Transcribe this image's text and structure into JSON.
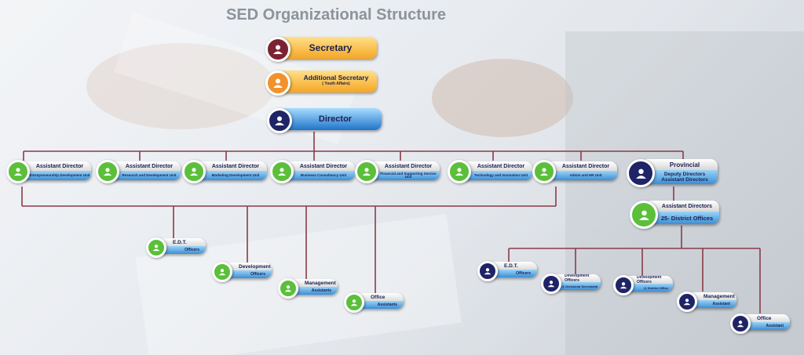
{
  "title": "SED Organizational Structure",
  "secretary": "Secretary",
  "additional_secretary": {
    "label": "Additional Secretary",
    "sub": "( Youth Affairs)"
  },
  "director": "Director",
  "assistant_directors": [
    {
      "title": "Assistant Director",
      "unit": "Entrepreneurship Development Unit"
    },
    {
      "title": "Assistant Director",
      "unit": "Research and Development Unit"
    },
    {
      "title": "Assistant Director",
      "unit": "Marketing Development Unit"
    },
    {
      "title": "Assistant Director",
      "unit": "Business Consultancy Unit"
    },
    {
      "title": "Assistant Director",
      "unit": "Financial and Supporting Service Unit"
    },
    {
      "title": "Assistant Director",
      "unit": "Technology and Innovation Unit"
    },
    {
      "title": "Assistant Director",
      "unit": "Admin and HR Unit"
    }
  ],
  "provincial": {
    "title": "Provincial",
    "line1": "Deputy Directors",
    "line2": "Assistant Directors"
  },
  "district": {
    "title": "Assistant Directors",
    "sub": "25- District Offices"
  },
  "unit_staff": [
    {
      "title": "E.D.T.",
      "sub": "Officers"
    },
    {
      "title": "Development",
      "sub": "Officers"
    },
    {
      "title": "Management",
      "sub": "Assistants"
    },
    {
      "title": "Office",
      "sub": "Assistants"
    }
  ],
  "district_staff": [
    {
      "title": "E.D.T.",
      "sub": "Officers"
    },
    {
      "title": "Development Officers",
      "sub": "@ Divisional Secretariat"
    },
    {
      "title": "Development Officers",
      "sub": "@ District Office"
    },
    {
      "title": "Management",
      "sub": "Assistant"
    },
    {
      "title": "Office",
      "sub": "Assistant"
    }
  ],
  "colors": {
    "line": "#8a3a48",
    "green": "#5bbf3a",
    "navy": "#1f2466",
    "maroon": "#7a2332",
    "orange": "#f2922c"
  }
}
